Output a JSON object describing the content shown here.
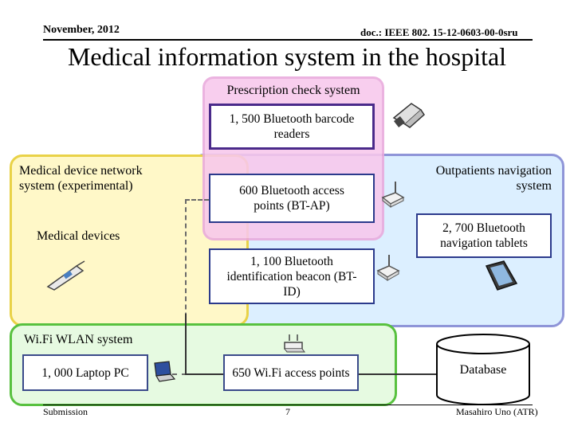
{
  "header": {
    "date": "November, 2012",
    "doc": "doc.: IEEE 802. 15-12-0603-00-0sru"
  },
  "title": "Medical information system in the hospital",
  "prescription": {
    "label": "Prescription check system",
    "readers": "1, 500 Bluetooth barcode readers"
  },
  "medical_network": {
    "label": "Medical device network system (experimental)",
    "devices": "Medical devices"
  },
  "access_points": "600 Bluetooth access points (BT-AP)",
  "outpatients": {
    "label": "Outpatients navigation system",
    "tablets": "2, 700 Bluetooth navigation tablets"
  },
  "beacon": "1, 100 Bluetooth identification beacon (BT-ID)",
  "wifi": {
    "label": "Wi.Fi WLAN system",
    "laptops": "1, 000 Laptop PC",
    "access_points": "650 Wi.Fi access points"
  },
  "database": "Database",
  "footer": {
    "left": "Submission",
    "page": "7",
    "author": "Masahiro Uno (ATR)"
  }
}
